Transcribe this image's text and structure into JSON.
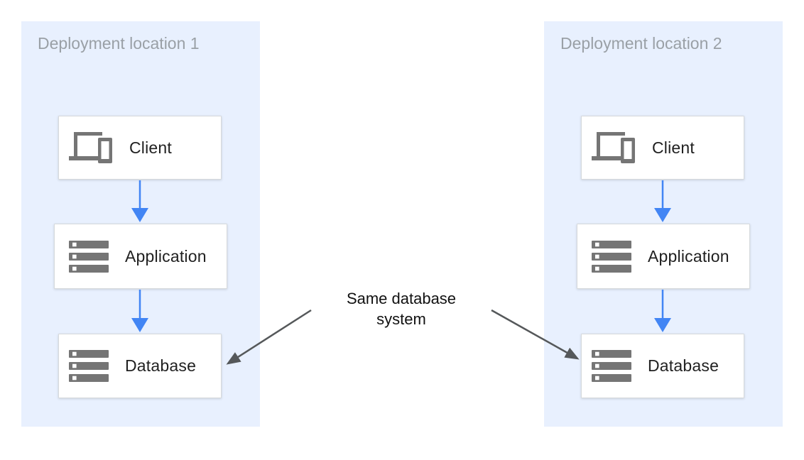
{
  "diagram": {
    "panels": [
      {
        "title": "Deployment location 1",
        "nodes": [
          {
            "label": "Client",
            "icon": "devices-icon"
          },
          {
            "label": "Application",
            "icon": "server-stack-icon"
          },
          {
            "label": "Database",
            "icon": "server-stack-icon"
          }
        ]
      },
      {
        "title": "Deployment location 2",
        "nodes": [
          {
            "label": "Client",
            "icon": "devices-icon"
          },
          {
            "label": "Application",
            "icon": "server-stack-icon"
          },
          {
            "label": "Database",
            "icon": "server-stack-icon"
          }
        ]
      }
    ],
    "annotation": {
      "label": "Same database system"
    },
    "colors": {
      "panel_background": "#e8f0fe",
      "panel_title": "#9aa0a6",
      "node_background": "#ffffff",
      "node_border": "#d6d9dc",
      "node_label": "#212121",
      "icon": "#757575",
      "flow_arrow": "#4285f4",
      "annotation_arrow": "#55585a",
      "annotation_text": "#111111"
    }
  }
}
